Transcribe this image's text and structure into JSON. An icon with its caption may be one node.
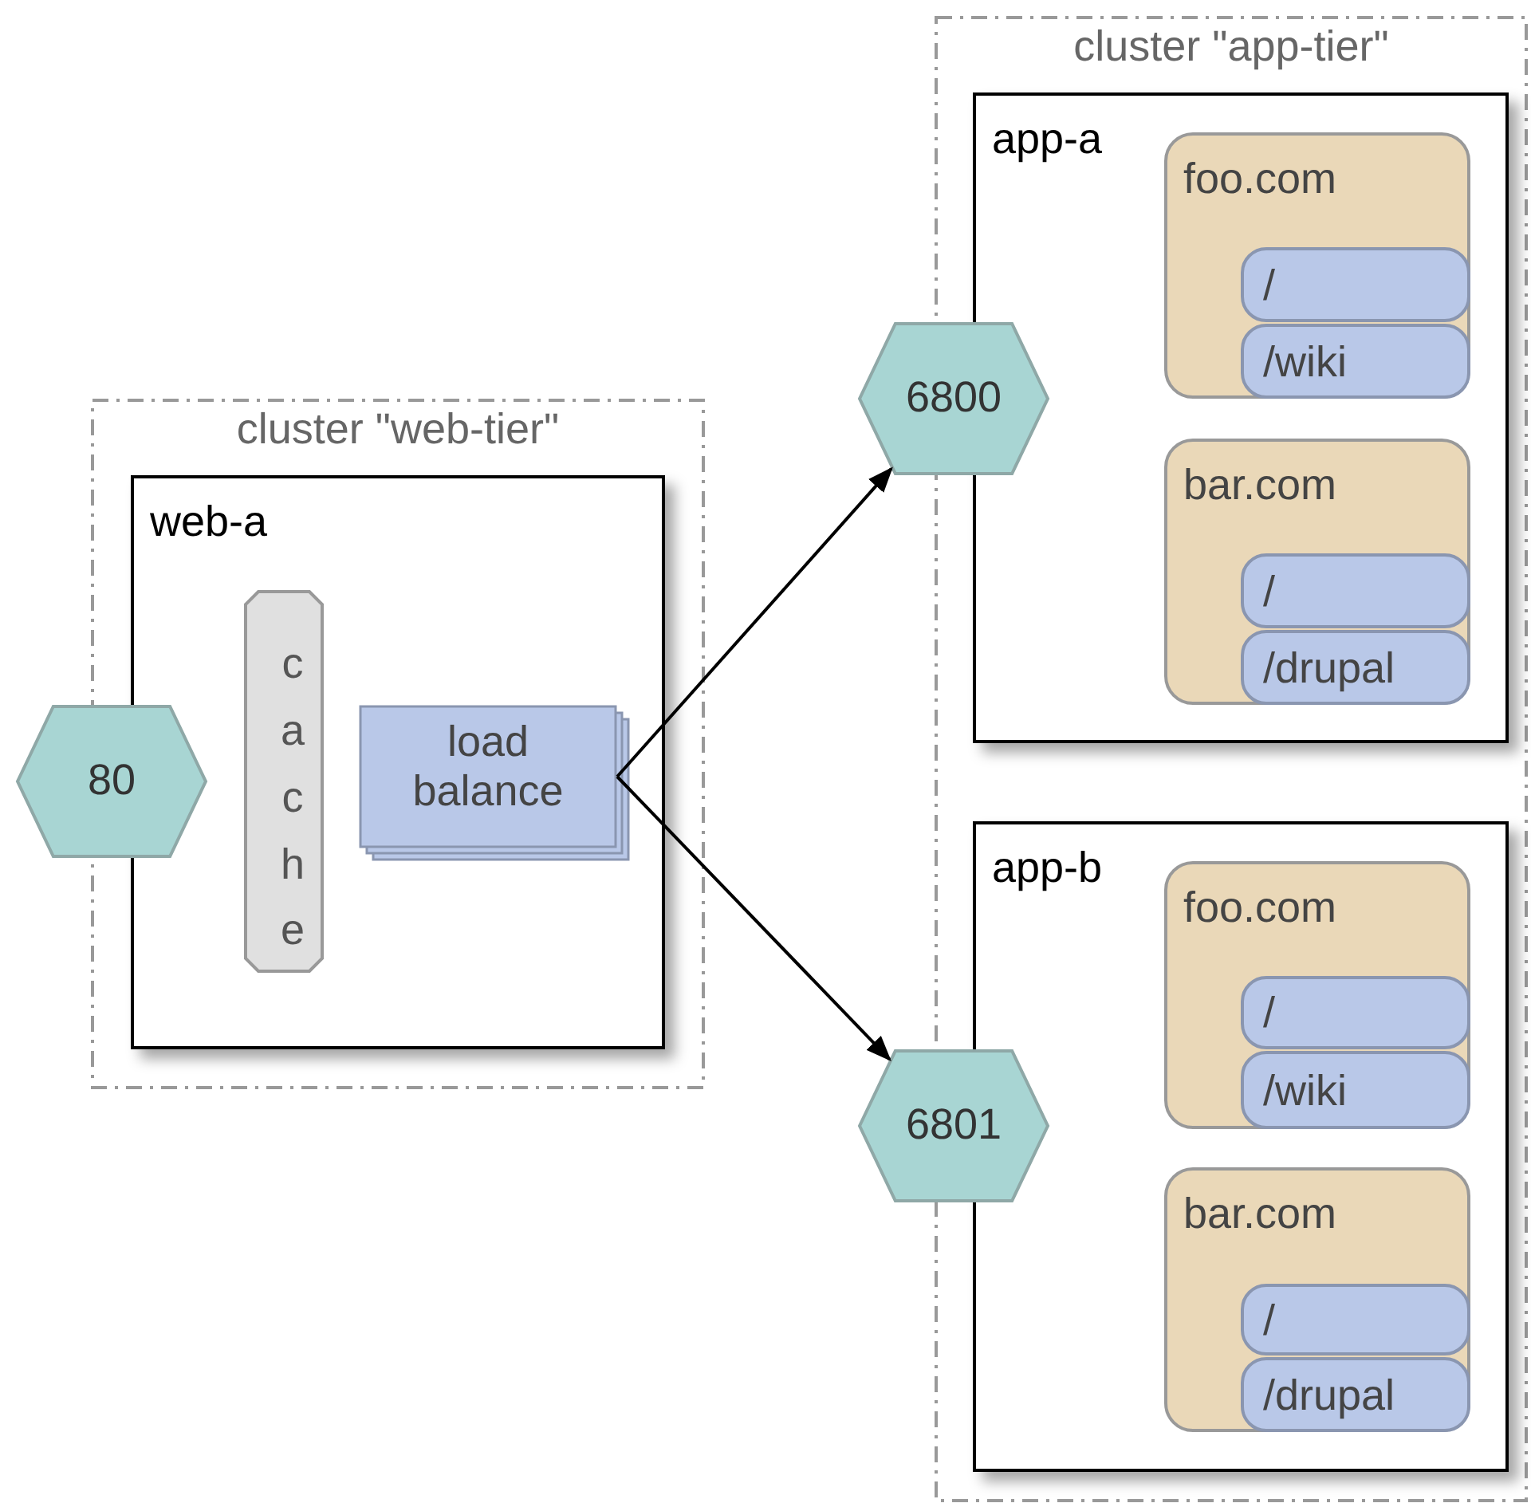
{
  "diagram": {
    "nodes": [
      {
        "text": [
          "cluster \"web-tier\""
        ]
      },
      {
        "text": [
          "web-a"
        ],
        "in": 0
      },
      {
        "text": [
          "80"
        ]
      },
      {
        "text": [
          "cache"
        ],
        "in": 1
      },
      {
        "text": [
          "load balance"
        ],
        "in": 1
      },
      {
        "text": [
          "cluster \"app-tier\""
        ]
      },
      {
        "text": [
          "app-a"
        ],
        "in": 5
      },
      {
        "text": [
          "foo.com"
        ],
        "in": 6
      },
      {
        "text": [
          "/"
        ],
        "in": 7
      },
      {
        "text": [
          "/wiki"
        ],
        "in": 7
      },
      {
        "text": [
          "bar.com"
        ],
        "in": 6
      },
      {
        "text": [
          "/"
        ],
        "in": 10
      },
      {
        "text": [
          "/drupal"
        ],
        "in": 10
      },
      {
        "text": [
          "6800"
        ]
      },
      {
        "text": [
          "app-b"
        ],
        "in": 5
      },
      {
        "text": [
          "foo.com"
        ],
        "in": 14
      },
      {
        "text": [
          "/"
        ],
        "in": 15
      },
      {
        "text": [
          "/wiki"
        ],
        "in": 15
      },
      {
        "text": [
          "bar.com"
        ],
        "in": 14
      },
      {
        "text": [
          "/"
        ],
        "in": 18
      },
      {
        "text": [
          "/drupal"
        ],
        "in": 18
      },
      {
        "text": [
          "6801"
        ]
      }
    ],
    "edges": [
      {
        "from": 4,
        "to": 13,
        "arrow": "to"
      },
      {
        "from": 4,
        "to": 21,
        "arrow": "to"
      }
    ]
  }
}
